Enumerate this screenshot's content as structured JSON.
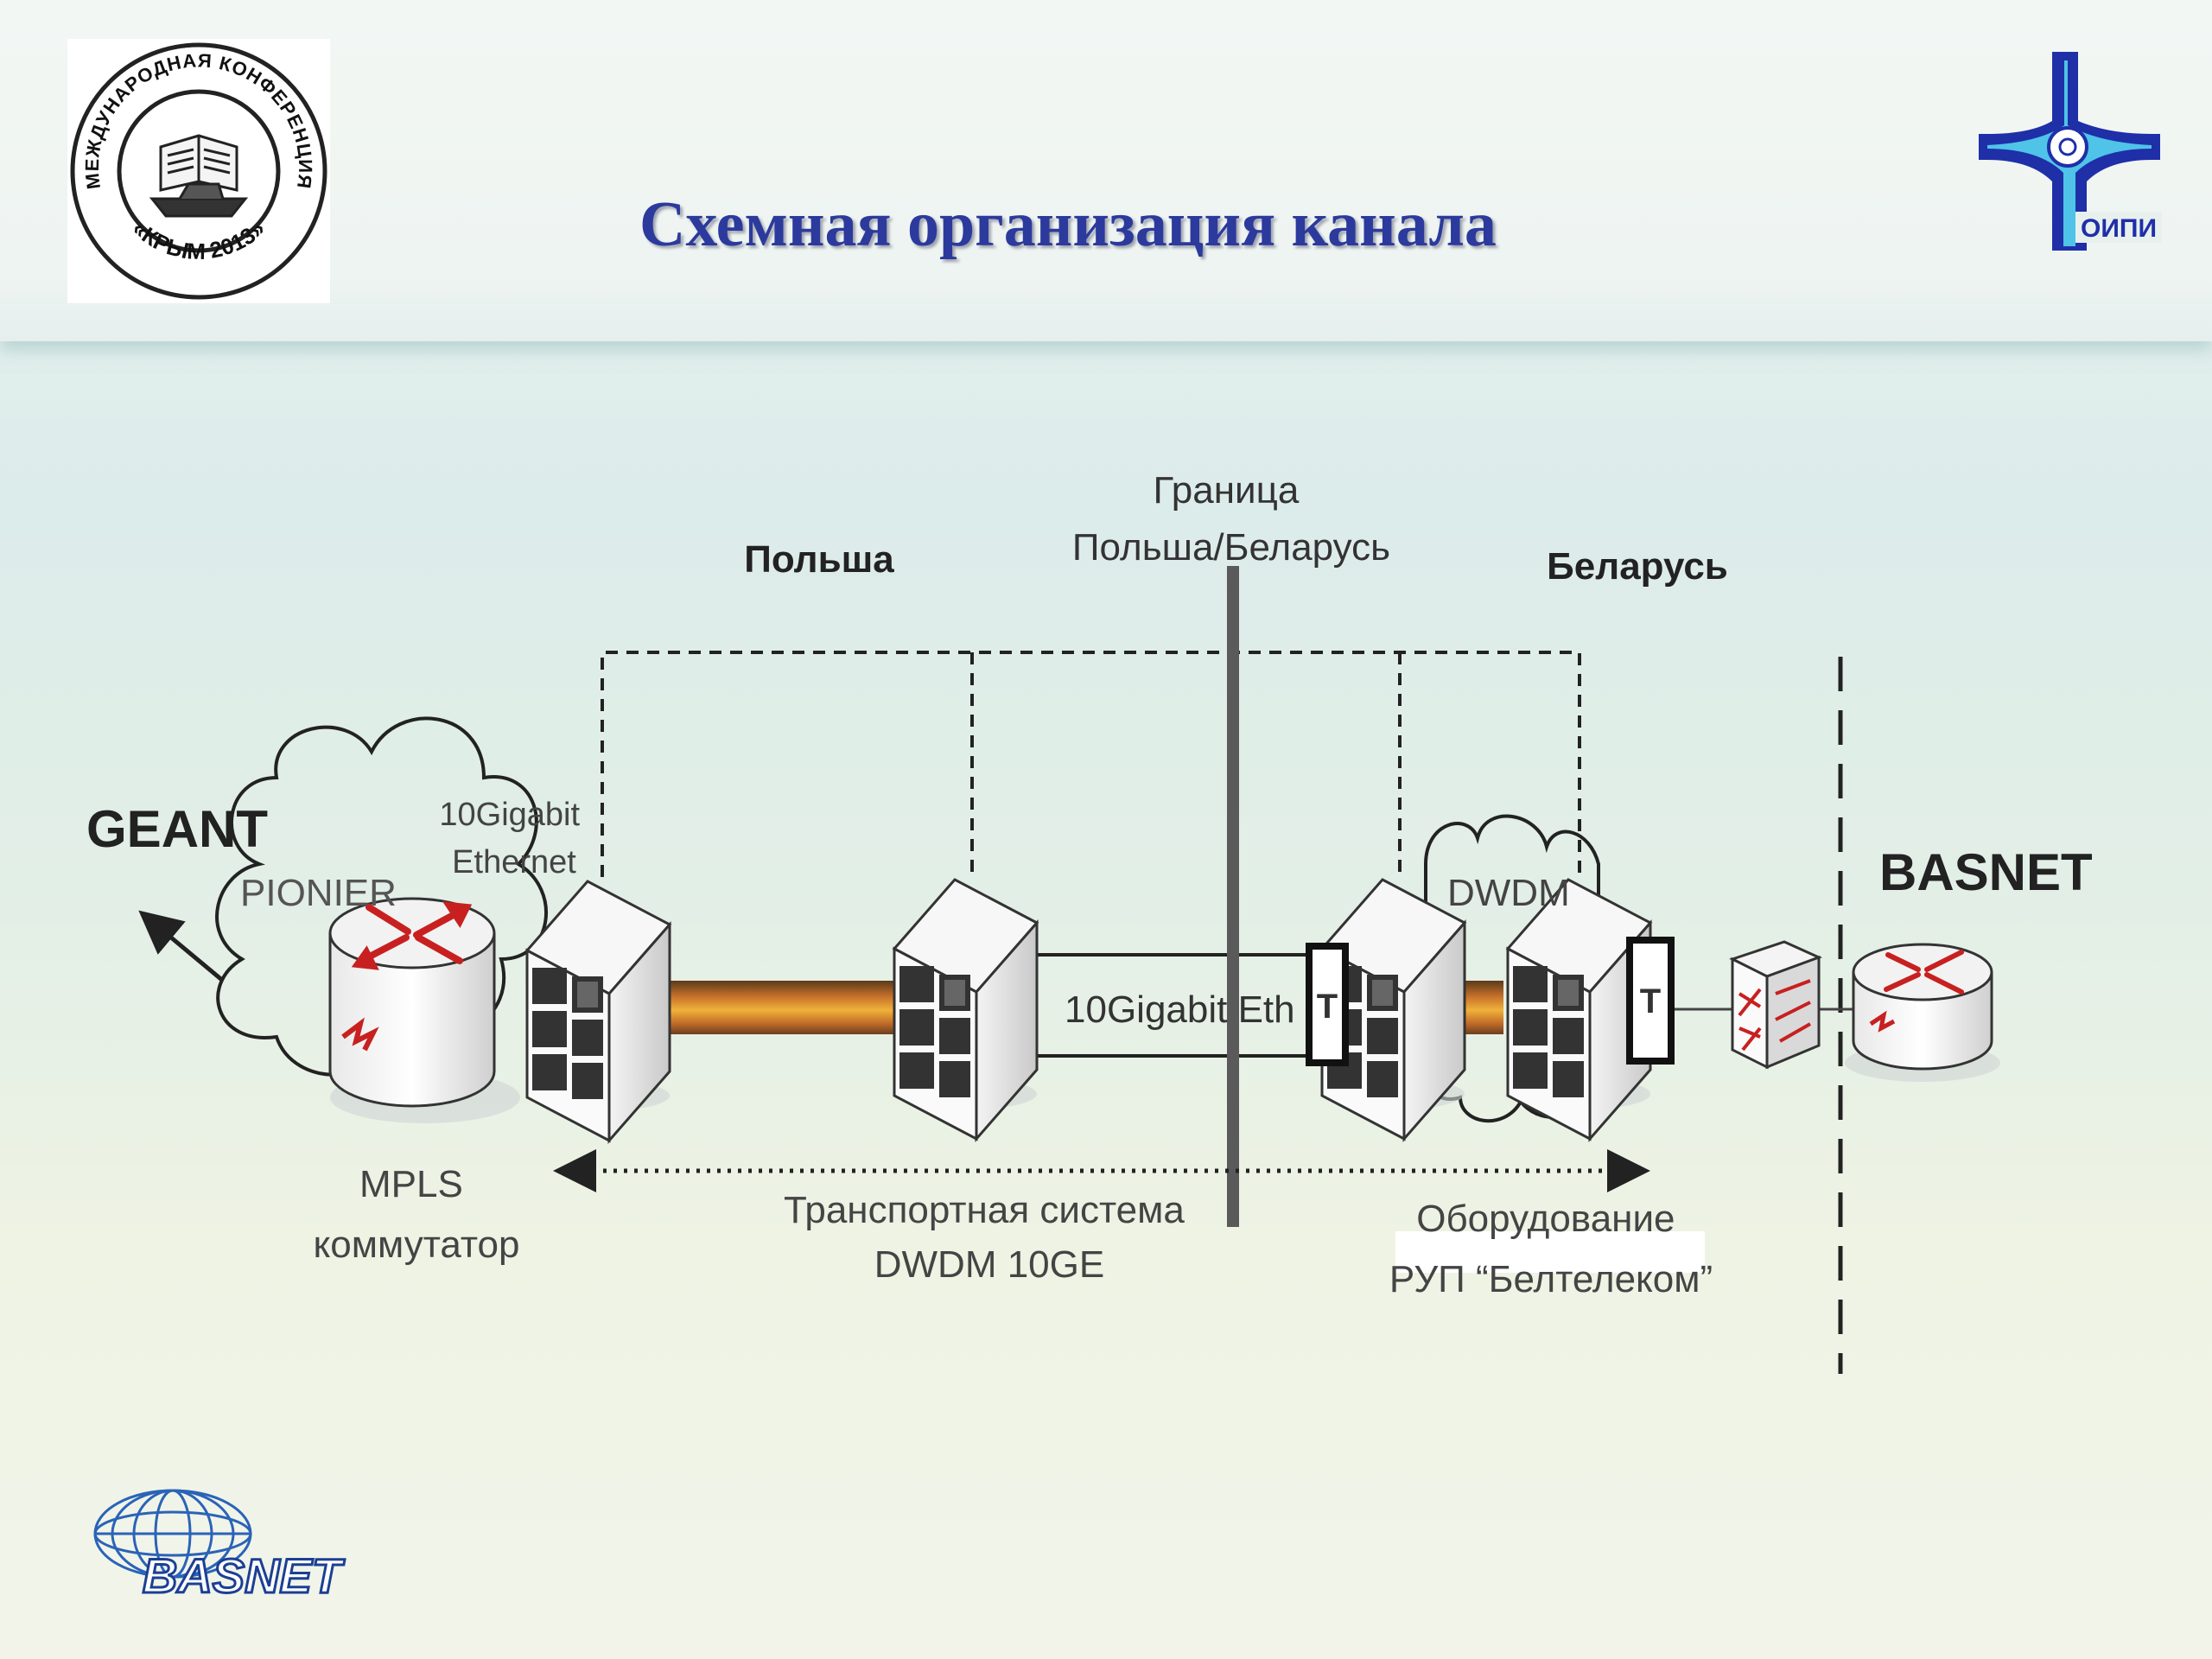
{
  "slide": {
    "title": "Схемная организация канала",
    "logos": {
      "conference": {
        "text_top": "МЕЖДУНАРОДНАЯ КОНФЕРЕНЦИЯ",
        "text_bottom": "«КРЫМ 2013»"
      },
      "institute": {
        "text": "ОИПИ"
      },
      "network": {
        "text": "BASNET"
      }
    }
  },
  "diagram": {
    "labels": {
      "border": "Граница\nПольша/Беларусь",
      "poland": "Польша",
      "belarus": "Беларусь",
      "geant": "GEANT",
      "pionier": "PIONIER",
      "ethernet_top": "10Gigabit\nEthernet",
      "dwdm": "DWDM",
      "basnet": "BASNET",
      "link_label": "10Gigabit Eth",
      "mpls": "MPLS\nкоммутатор",
      "transport": "Транспортная система\nDWDM 10GE",
      "equipment": "Оборудование\nРУП “Белтелеком”",
      "transponder": "T"
    }
  }
}
